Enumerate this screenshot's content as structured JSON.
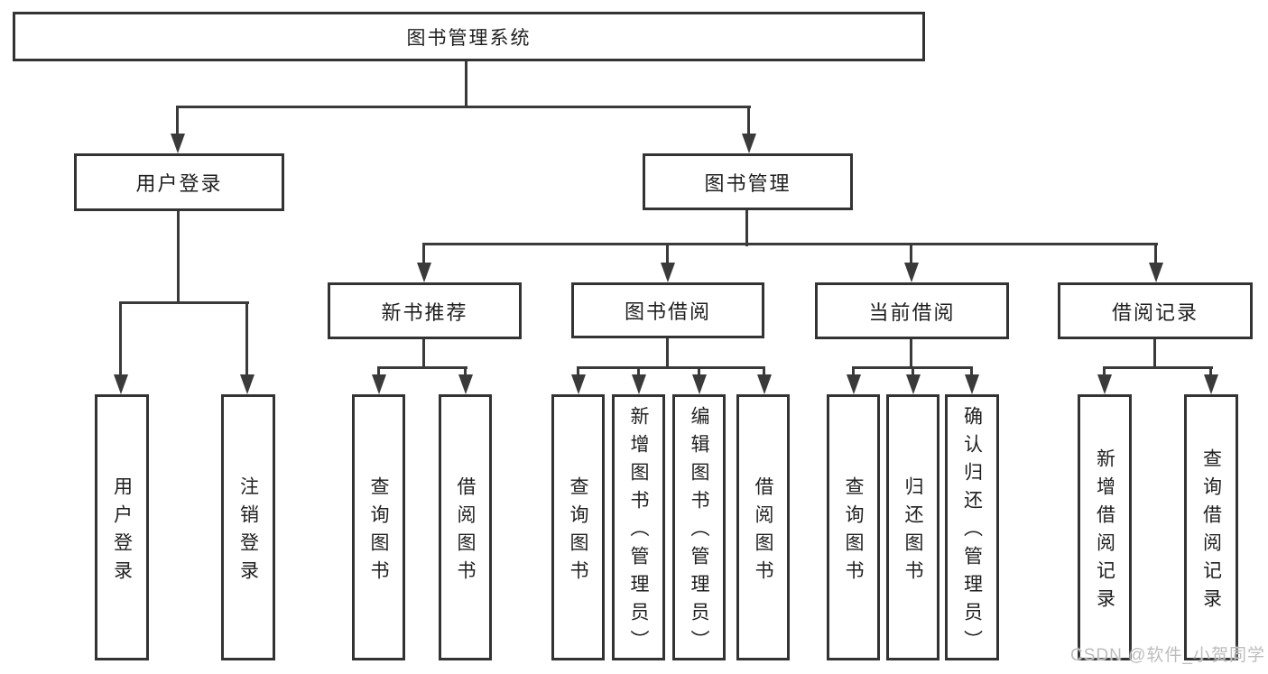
{
  "colors": {
    "line": "#3a3a3a",
    "border": "#333333",
    "text": "#1f1f1f",
    "watermark": "#bdbdbd",
    "background": "#ffffff"
  },
  "diagram": {
    "root": {
      "label": "图书管理系统"
    },
    "branches": {
      "user_login": {
        "label": "用户登录"
      },
      "book_management": {
        "label": "图书管理"
      }
    },
    "modules": [
      {
        "label": "新书推荐"
      },
      {
        "label": "图书借阅"
      },
      {
        "label": "当前借阅"
      },
      {
        "label": "借阅记录"
      }
    ],
    "leaves": [
      {
        "label": "用户登录"
      },
      {
        "label": "注销登录"
      },
      {
        "label": "查询图书"
      },
      {
        "label": "借阅图书"
      },
      {
        "label": "查询图书"
      },
      {
        "label": "新增图书（管理员）"
      },
      {
        "label": "编辑图书（管理员）"
      },
      {
        "label": "借阅图书"
      },
      {
        "label": "查询图书"
      },
      {
        "label": "归还图书"
      },
      {
        "label": "确认归还（管理员）"
      },
      {
        "label": "新增借阅记录"
      },
      {
        "label": "查询借阅记录"
      }
    ]
  },
  "watermark": {
    "text": "CSDN @软件_小贺同学"
  }
}
